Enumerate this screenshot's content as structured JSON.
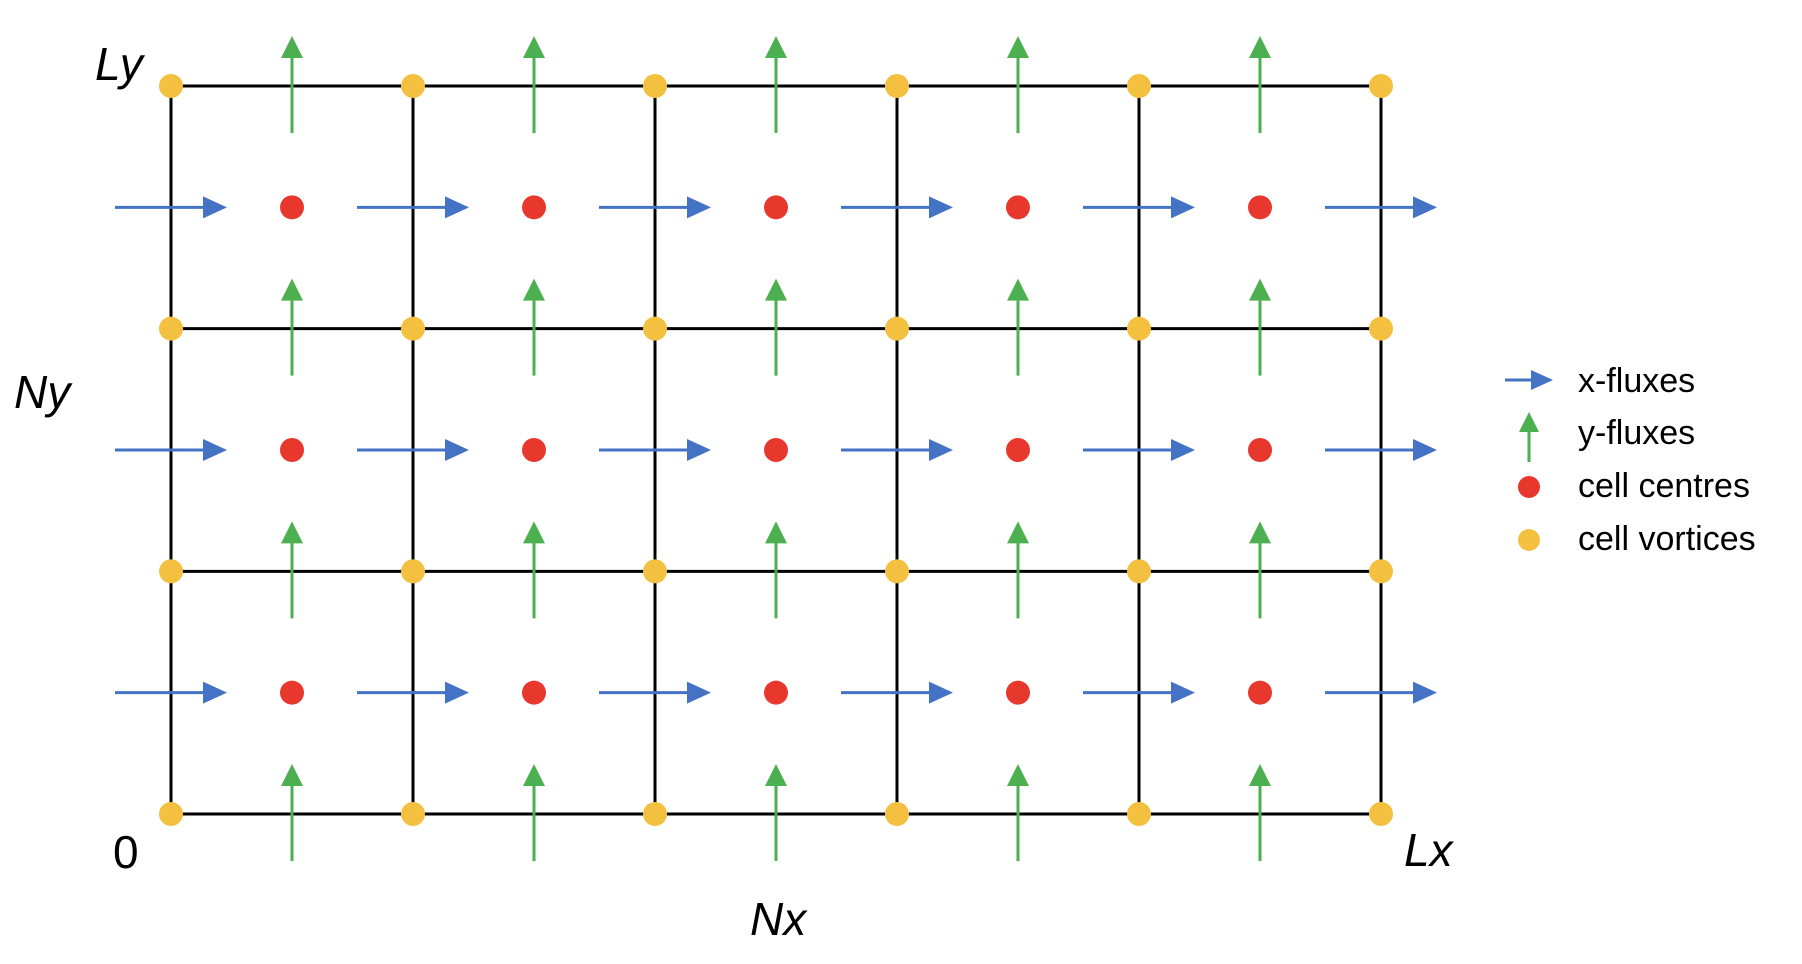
{
  "grid": {
    "columns": 5,
    "rows": 3
  },
  "labels": {
    "ly": "Ly",
    "ny": "Ny",
    "origin": "0",
    "lx": "Lx",
    "nx": "Nx"
  },
  "legend": {
    "items": [
      {
        "id": "x-fluxes",
        "label": "x-fluxes",
        "symbol": "right-arrow-icon",
        "color": "#4472c4"
      },
      {
        "id": "y-fluxes",
        "label": "y-fluxes",
        "symbol": "up-arrow-icon",
        "color": "#4caf50"
      },
      {
        "id": "cell-centres",
        "label": "cell centres",
        "symbol": "red-dot-icon",
        "color": "#e8382d"
      },
      {
        "id": "cell-vortices",
        "label": "cell vortices",
        "symbol": "orange-dot-icon",
        "color": "#f4c040"
      }
    ]
  },
  "colors": {
    "grid_line": "#000000",
    "x_flux": "#4472c4",
    "y_flux": "#4caf50",
    "cell_centre": "#e8382d",
    "cell_vortex": "#f4c040"
  }
}
